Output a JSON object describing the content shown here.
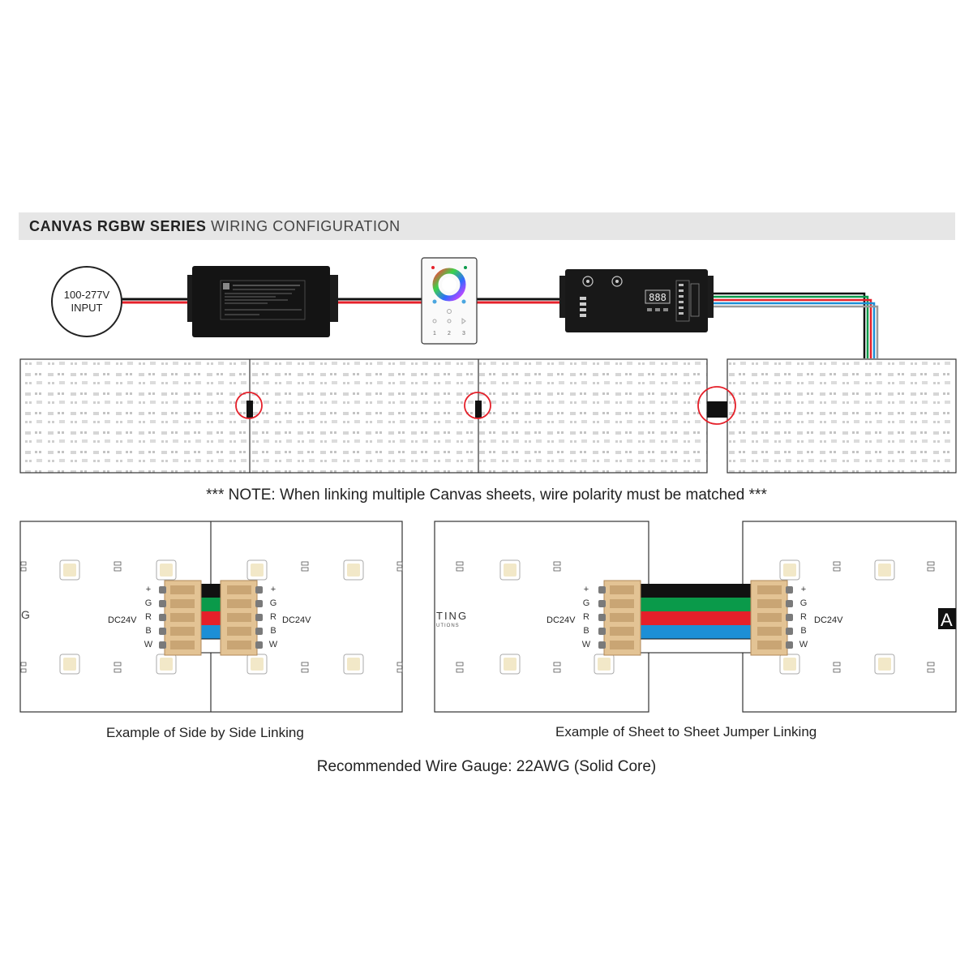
{
  "header": {
    "title_bold": "CANVAS RGBW SERIES",
    "title_light": "WIRING CONFIGURATION"
  },
  "input": {
    "line1": "100-277V",
    "line2": "INPUT"
  },
  "note": "*** NOTE: When linking multiple Canvas sheets, wire polarity must be matched ***",
  "pins": [
    "+",
    "G",
    "R",
    "B",
    "W"
  ],
  "voltage_label": "DC24V",
  "wire_colors": {
    "plus": "#111111",
    "green": "#0a9a4a",
    "red": "#e5202a",
    "blue": "#1c8fd6",
    "white": "#ffffff"
  },
  "logo_fragments": {
    "left_g": "G",
    "center_ting": "TING",
    "center_utions": "UTIONS",
    "right_a": "A"
  },
  "captions": {
    "side_by_side": "Example of Side by Side Linking",
    "jumper": "Example of Sheet to Sheet Jumper Linking"
  },
  "recommend": "Recommended Wire Gauge: 22AWG (Solid Core)",
  "remote": {
    "buttons": [
      "1",
      "2",
      "3"
    ]
  }
}
